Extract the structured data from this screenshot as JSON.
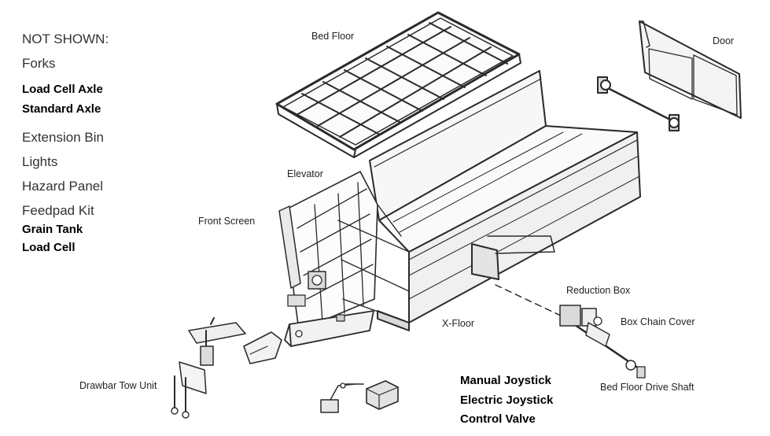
{
  "not_shown": {
    "title": "NOT SHOWN:",
    "items": [
      {
        "text": "Forks",
        "style": "plain"
      },
      {
        "text": "Load Cell Axle",
        "style": "bold"
      },
      {
        "text": "Standard Axle",
        "style": "bold"
      },
      {
        "text": "Extension Bin",
        "style": "plain"
      },
      {
        "text": "Lights",
        "style": "plain"
      },
      {
        "text": "Hazard Panel",
        "style": "plain"
      },
      {
        "text": "Feedpad Kit",
        "style": "plain"
      },
      {
        "text": "Grain Tank",
        "style": "bold"
      },
      {
        "text": "Load Cell",
        "style": "bold"
      }
    ]
  },
  "parts": {
    "bed_floor": "Bed Floor",
    "door": "Door",
    "elevator": "Elevator",
    "front_screen": "Front Screen",
    "reduction_box": "Reduction Box",
    "box_chain_cover": "Box Chain Cover",
    "x_floor": "X-Floor",
    "drawbar_tow_unit": "Drawbar Tow Unit",
    "bed_floor_drive_shaft": "Bed Floor Drive Shaft"
  },
  "controls": {
    "manual_joystick": "Manual Joystick",
    "electric_joystick": "Electric Joystick",
    "control_valve": "Control Valve"
  },
  "colors": {
    "line": "#2a2a2a",
    "fill_light": "#f4f4f4",
    "fill_mid": "#d9d9d9",
    "text": "#222222"
  }
}
